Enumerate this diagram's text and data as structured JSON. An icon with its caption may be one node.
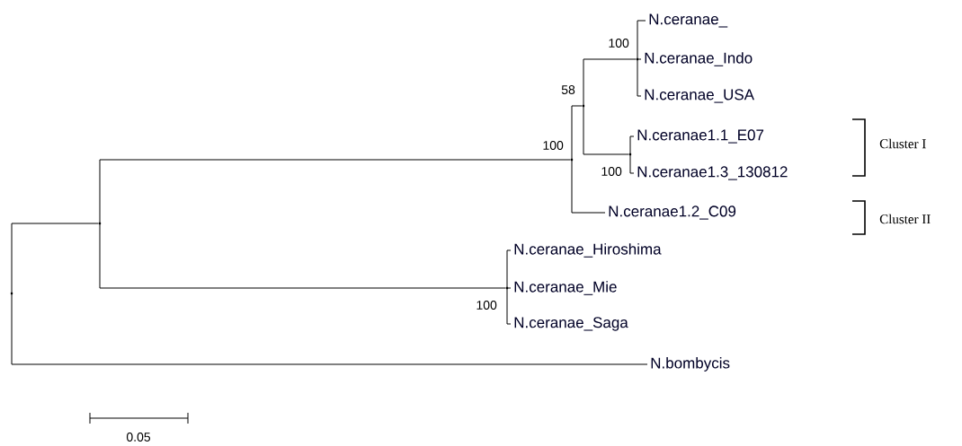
{
  "diagram": {
    "nodes": [
      {
        "text": [],
        "shape": "point"
      },
      {
        "text": [],
        "shape": "point"
      },
      {
        "text": [],
        "shape": "point",
        "beside": [
          "100"
        ]
      },
      {
        "text": [],
        "shape": "point",
        "beside": [
          "58"
        ]
      },
      {
        "text": [],
        "shape": "point",
        "beside": [
          "100"
        ]
      },
      {
        "text": [
          "N.ceranae_"
        ]
      },
      {
        "text": [
          "N.ceranae_Indo"
        ]
      },
      {
        "text": [
          "N.ceranae_USA"
        ]
      },
      {
        "text": [],
        "shape": "point",
        "beside": [
          "100"
        ]
      },
      {
        "text": [
          "N.ceranae1.1_E07"
        ]
      },
      {
        "text": [
          "N.ceranae1.3_130812"
        ]
      },
      {
        "text": [
          "N.ceranae1.2_C09"
        ]
      },
      {
        "text": [],
        "shape": "point",
        "beside": [
          "100"
        ]
      },
      {
        "text": [
          "N.ceranae_Hiroshima"
        ]
      },
      {
        "text": [
          "N.ceranae_Mie"
        ]
      },
      {
        "text": [
          "N.ceranae_Saga"
        ]
      },
      {
        "text": [
          "N.bombycis"
        ]
      }
    ],
    "edges": [
      {
        "from": 0,
        "to": 1,
        "arrow": "none"
      },
      {
        "from": 0,
        "to": 16,
        "arrow": "none"
      },
      {
        "from": 1,
        "to": 2,
        "arrow": "none"
      },
      {
        "from": 1,
        "to": 12,
        "arrow": "none"
      },
      {
        "from": 2,
        "to": 3,
        "arrow": "none"
      },
      {
        "from": 2,
        "to": 11,
        "arrow": "none"
      },
      {
        "from": 3,
        "to": 4,
        "arrow": "none"
      },
      {
        "from": 3,
        "to": 8,
        "arrow": "none"
      },
      {
        "from": 4,
        "to": 5,
        "arrow": "none"
      },
      {
        "from": 4,
        "to": 6,
        "arrow": "none"
      },
      {
        "from": 4,
        "to": 7,
        "arrow": "none"
      },
      {
        "from": 8,
        "to": 9,
        "arrow": "none"
      },
      {
        "from": 8,
        "to": 10,
        "arrow": "none"
      },
      {
        "from": 12,
        "to": 13,
        "arrow": "none"
      },
      {
        "from": 12,
        "to": 14,
        "arrow": "none"
      },
      {
        "from": 12,
        "to": 15,
        "arrow": "none"
      }
    ],
    "labels": [
      "Cluster I",
      "Cluster II",
      "0.05"
    ]
  }
}
